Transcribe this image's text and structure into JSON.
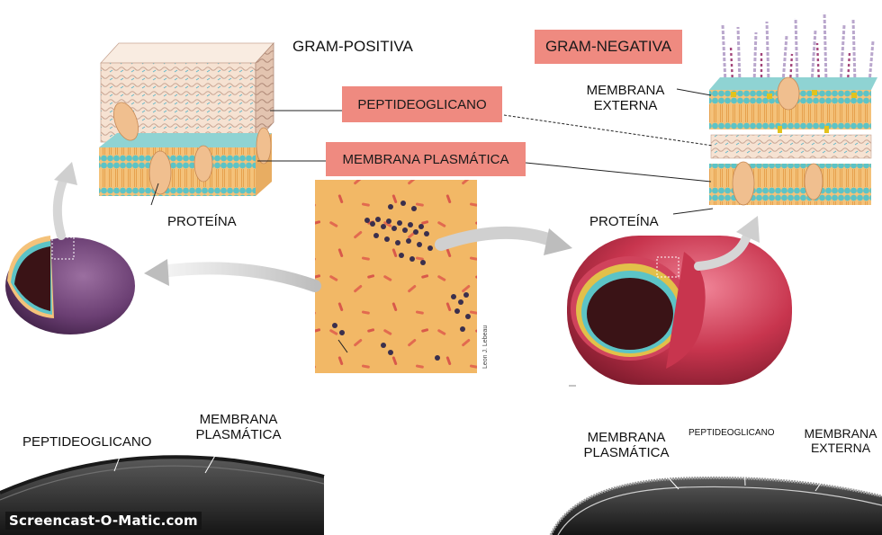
{
  "labels": {
    "gram_positive": "GRAM-POSITIVA",
    "gram_negative": "GRAM-NEGATIVA",
    "peptidoglycan": "PEPTIDEOGLICANO",
    "plasma_membrane": "MEMBRANA PLASMÁTICA",
    "outer_membrane_line1": "MEMBRANA",
    "outer_membrane_line2": "EXTERNA",
    "protein_left": "PROTEÍNA",
    "protein_right": "PROTEÍNA"
  },
  "micrographs": {
    "left_peptidoglycan": "PEPTIDEOGLICANO",
    "left_membrane_line1": "MEMBRANA",
    "left_membrane_line2": "PLASMÁTICA",
    "right_membrane_line1": "MEMBRANA",
    "right_membrane_line2": "PLASMÁTICA",
    "right_peptidoglycan": "PEPTIDEOGLICANO",
    "right_outer_line1": "MEMBRANA",
    "right_outer_line2": "EXTERNA"
  },
  "photo_credit": "Leon J. Lebeau",
  "watermark": "Screencast-O-Matic.com",
  "colors": {
    "label_box": "#ef8a80",
    "gram_positive_cell": "#6b3f73",
    "gram_negative_cell": "#c8354e",
    "stain_background": "#f2b866"
  }
}
